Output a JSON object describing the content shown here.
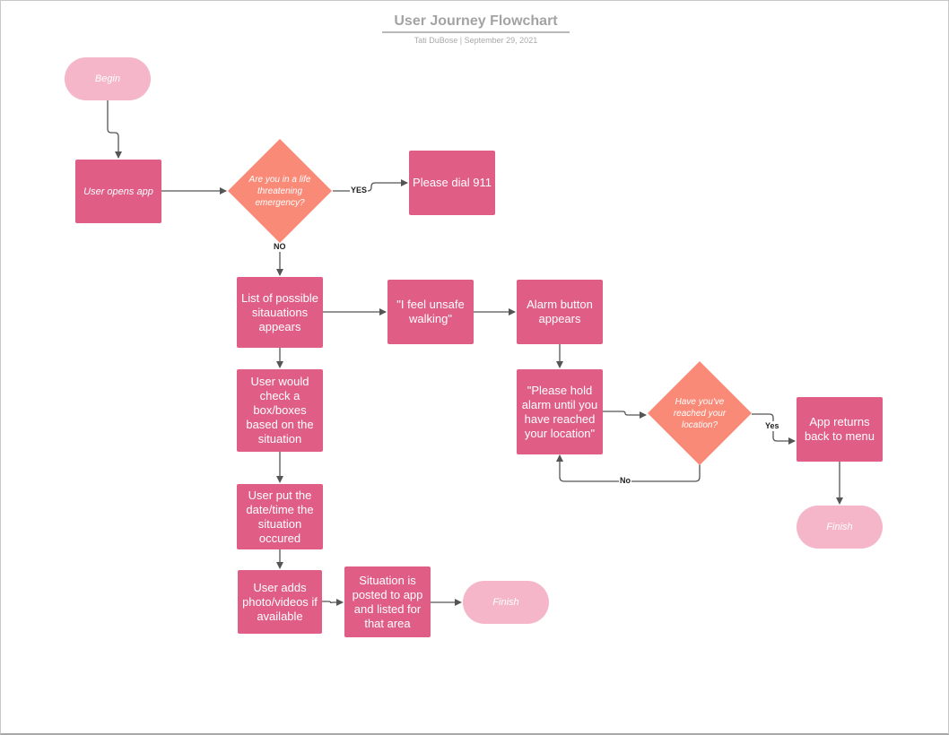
{
  "header": {
    "title": "User Journey Flowchart",
    "subtitle": "Tati DuBose  |  September 29, 2021"
  },
  "colors": {
    "process": "#e05d86",
    "decision": "#f98a77",
    "terminal": "#f4b6c8",
    "edge": "#555555"
  },
  "nodes": {
    "begin": "Begin",
    "opens_app": "User opens app",
    "emergency_q": "Are you in a life threatening emergency?",
    "dial_911": "Please dial 911",
    "list_situations": "List of possible sitauations appears",
    "feel_unsafe": "\"I feel unsafe walking\"",
    "alarm_appears": "Alarm button appears",
    "check_box": "User would check a box/boxes based on the situation",
    "hold_alarm": "\"Please hold alarm until you have reached your location\"",
    "reached_q": "Have you've reached your location?",
    "returns_menu": "App returns back to menu",
    "finish_right": "Finish",
    "date_time": "User put the date/time the situation occured",
    "adds_photo": "User adds photo/videos if available",
    "posted": "Situation is posted to app and listed for that area",
    "finish_bottom": "Finish"
  },
  "edge_labels": {
    "yes_upper": "YES",
    "no_upper": "NO",
    "yes_lower": "Yes",
    "no_lower": "No"
  }
}
